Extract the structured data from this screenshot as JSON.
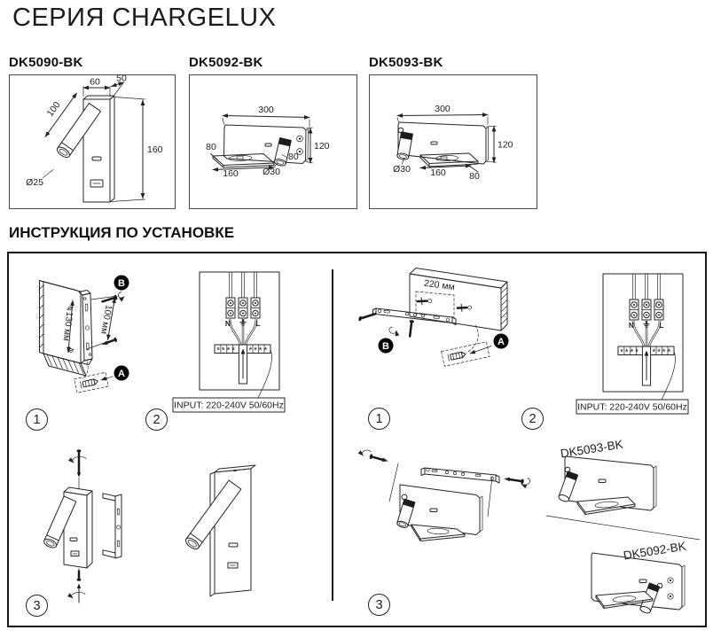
{
  "title": "СЕРИЯ CHARGELUX",
  "products": [
    {
      "model": "DK5090-BK",
      "dims": {
        "width": "60",
        "depth": "50",
        "arm_length": "100",
        "arm_diameter": "Ø25",
        "height": "160"
      }
    },
    {
      "model": "DK5092-BK",
      "dims": {
        "width": "300",
        "height": "120",
        "shelf_depth": "80",
        "shelf_width": "160",
        "spot_diameter": "Ø30",
        "spot_length": "80"
      }
    },
    {
      "model": "DK5093-BK",
      "dims": {
        "width": "300",
        "height": "120",
        "spot_diameter": "Ø30",
        "shelf_width": "160",
        "shelf_depth": "80"
      }
    }
  ],
  "instructions": {
    "title": "ИНСТРУКЦИЯ ПО УСТАНОВКЕ",
    "left": {
      "step1": {
        "number": "1",
        "dim_bracket": "130 мм",
        "dim_screws": "100 мм",
        "label_a": "A",
        "label_b": "B"
      },
      "step2": {
        "number": "2",
        "terminal_n": "N",
        "terminal_ground": "⏚",
        "terminal_l": "L",
        "strip_marks": "****",
        "input": "INPUT: 220-240V 50/60Hz"
      },
      "step3": {
        "number": "3"
      }
    },
    "right": {
      "step1": {
        "number": "1",
        "dim_holes": "220 мм",
        "label_a": "A",
        "label_b": "B"
      },
      "step2": {
        "number": "2",
        "terminal_n": "N",
        "terminal_ground": "⏚",
        "terminal_l": "L",
        "strip_marks": "****",
        "input": "INPUT: 220-240V 50/60Hz"
      },
      "step3": {
        "number": "3",
        "models": [
          "DK5093-BK",
          "DK5092-BK"
        ]
      }
    }
  },
  "colors": {
    "ink": "#1a1a1a",
    "badge": "#101010",
    "background": "#ffffff"
  }
}
